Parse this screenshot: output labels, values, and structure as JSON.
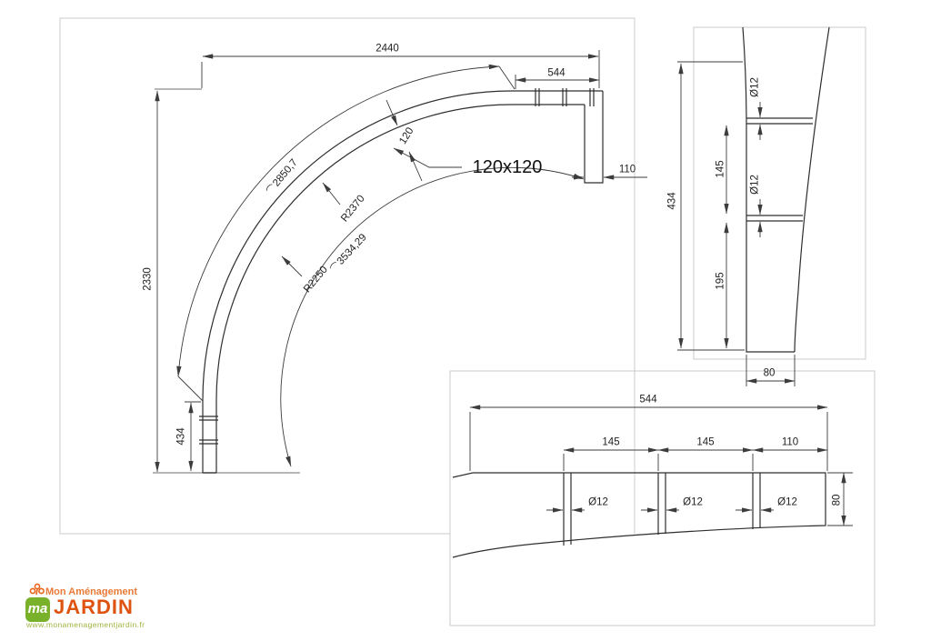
{
  "main_view": {
    "dim_width_total": "2440",
    "dim_width_end": "544",
    "dim_end_depth": "110",
    "dim_height_total": "2330",
    "dim_end_length": "434",
    "arc_symbol": "⌒",
    "arc_length_outer": "2850,7",
    "radius_label_1": "R2370",
    "radius_label_2": "R2250",
    "arc_length_inner": "3534,29",
    "dim_thickness": "120",
    "section_label": "120x120"
  },
  "detail_side_view": {
    "hole_diameter_1": "Ø12",
    "hole_diameter_2": "Ø12",
    "dim_hole_spacing": "145",
    "dim_bottom_offset": "195",
    "dim_length": "434",
    "dim_width": "80"
  },
  "detail_top_view": {
    "dim_length": "544",
    "dim_spacing_1": "145",
    "dim_spacing_2": "145",
    "dim_end_offset": "110",
    "hole_diameter_1": "Ø12",
    "hole_diameter_2": "Ø12",
    "hole_diameter_3": "Ø12",
    "dim_width": "80"
  },
  "logo": {
    "monogram": "ma",
    "brand_line1": "Mon Aménagement",
    "brand_line2": "JARDIN",
    "website": "www.monamenagementjardin.fr"
  }
}
